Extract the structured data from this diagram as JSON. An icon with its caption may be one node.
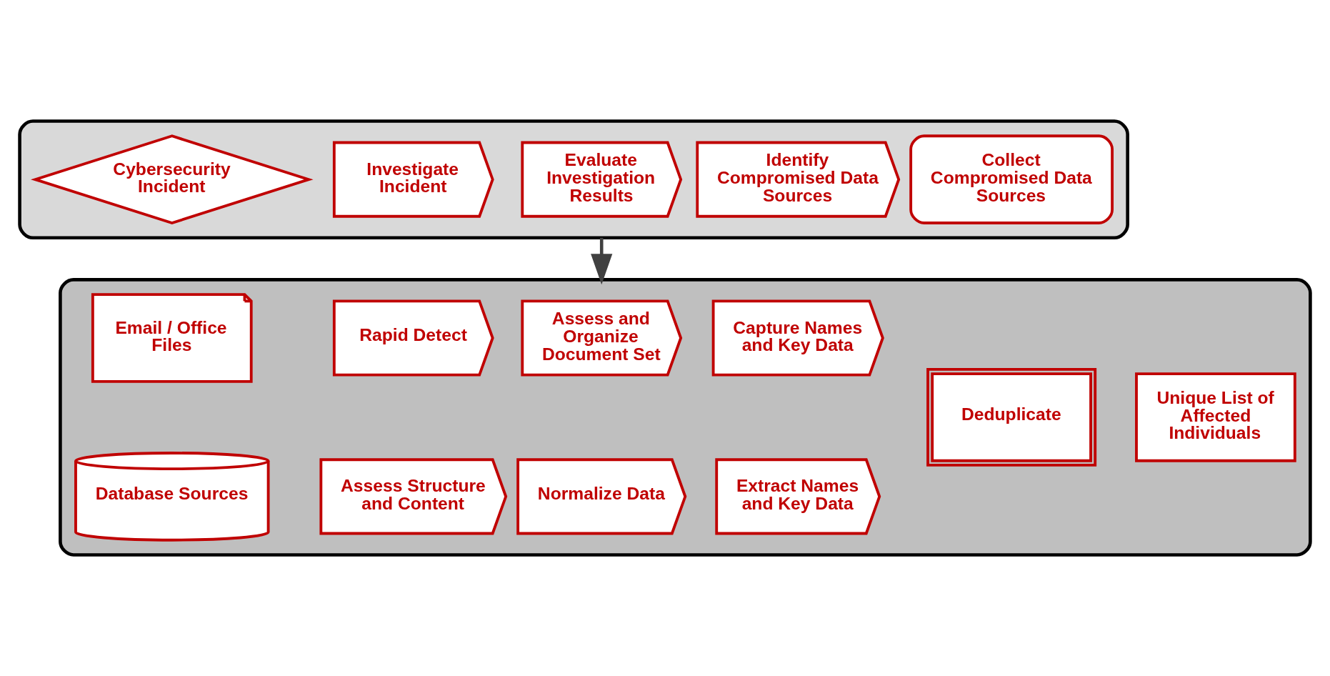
{
  "diagram": {
    "nodes": [
      {
        "text": [],
        "shape": "box"
      },
      {
        "text": [
          "Cybersecurity Incident"
        ],
        "in": 0
      },
      {
        "text": [
          "Investigate Incident"
        ],
        "in": 0
      },
      {
        "text": [
          "Evaluate Investigation Results"
        ],
        "in": 0
      },
      {
        "text": [
          "Identify Compromised Data Sources"
        ],
        "in": 0
      },
      {
        "text": [
          "Collect Compromised Data Sources"
        ],
        "in": 0
      },
      {
        "text": [],
        "shape": "box"
      },
      {
        "text": [
          "Email / Office Files"
        ],
        "in": 6
      },
      {
        "text": [
          "Rapid Detect"
        ],
        "in": 6
      },
      {
        "text": [
          "Assess and Organize Document Set"
        ],
        "in": 6
      },
      {
        "text": [
          "Capture Names and Key Data"
        ],
        "in": 6
      },
      {
        "text": [
          "Database Sources"
        ],
        "in": 6
      },
      {
        "text": [
          "Assess Structure and Content"
        ],
        "in": 6
      },
      {
        "text": [
          "Normalize Data"
        ],
        "in": 6
      },
      {
        "text": [
          "Extract Names and Key Data"
        ],
        "in": 6
      },
      {
        "text": [
          "Deduplicate"
        ],
        "in": 6
      },
      {
        "text": [
          "Unique List of Affected Individuals"
        ],
        "in": 6
      }
    ],
    "edges": [
      {
        "from": 0,
        "to": 6,
        "arrow": "to"
      }
    ]
  }
}
